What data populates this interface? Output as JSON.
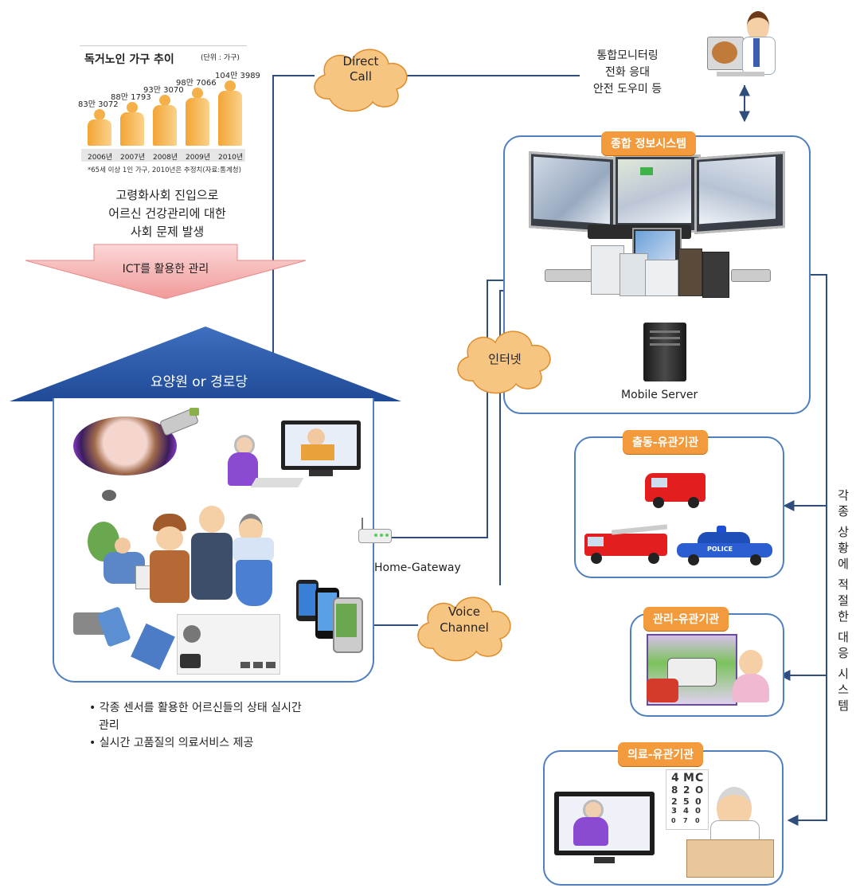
{
  "stats": {
    "title": "독거노인 가구 추이",
    "unit": "(단위 : 가구)",
    "bars": [
      {
        "year": "2006년",
        "value": "83만 3072"
      },
      {
        "year": "2007년",
        "value": "88만 1793"
      },
      {
        "year": "2008년",
        "value": "93만 3070"
      },
      {
        "year": "2009년",
        "value": "98만 7066"
      },
      {
        "year": "2010년",
        "value": "104만 3989"
      }
    ],
    "footnote": "*65세 이상 1인 가구, 2010년은 추정치(자료:통계청)"
  },
  "intro": {
    "lines": [
      "고령화사회 진입으로",
      "어르신 건강관리에 대한",
      "사회 문제 발생"
    ],
    "arrow_label": "ICT를 활용한 관리"
  },
  "house": {
    "roof_label": "요양원 or 경로당"
  },
  "clouds": {
    "direct_call": [
      "Direct",
      "Call"
    ],
    "internet": "인터넷",
    "voice_channel": [
      "Voice",
      "Channel"
    ]
  },
  "monitoring": {
    "lines": [
      "통합모니터링",
      "전화 응대",
      "안전 도우미 등"
    ]
  },
  "system_panel": {
    "tag": "종합 정보시스템",
    "mobile_server": "Mobile Server"
  },
  "home_gateway": "Home-Gateway",
  "agencies": [
    {
      "tag": "출동-유관기관"
    },
    {
      "tag": "관리-유관기관"
    },
    {
      "tag": "의료-유관기관"
    }
  ],
  "vertical_label": [
    "각",
    "종",
    "상",
    "황",
    "에",
    "적",
    "절",
    "한",
    "대",
    "응",
    "시",
    "스",
    "템"
  ],
  "bullets": [
    "• 각종 센서를 활용한 어르신들의 상태 실시간",
    "관리",
    "• 실시간 고품질의 의료서비스 제공"
  ],
  "police_text": "POLICE",
  "eye_chart": [
    [
      "4",
      "M",
      "C"
    ],
    [
      "8",
      "2",
      "O"
    ],
    [
      "2",
      "5",
      "0"
    ],
    [
      "3",
      "4",
      "0"
    ],
    [
      "0",
      "7",
      "0"
    ]
  ],
  "colors": {
    "accent_blue": "#2f5fa7",
    "panel_border": "#4f7fbf",
    "tag_orange": "#f39a3c",
    "cloud_fill": "#f7c582",
    "figure_orange": "#f5b04a"
  }
}
